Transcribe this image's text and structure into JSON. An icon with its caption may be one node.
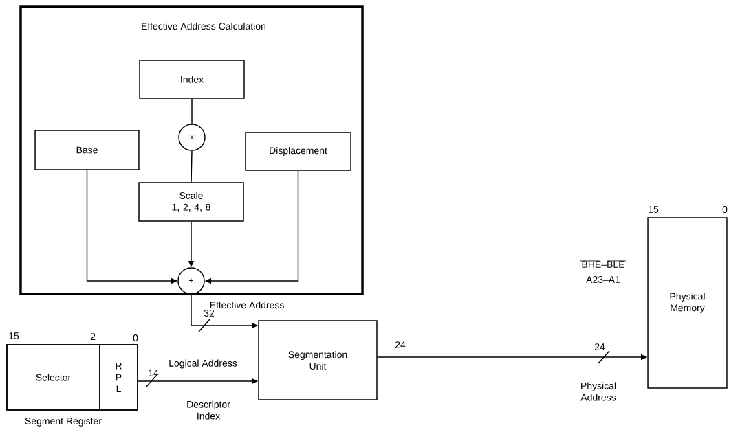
{
  "diagram": {
    "nodes": [
      {
        "text": [
          "Effective Address Calculation"
        ]
      },
      {
        "text": [
          "Index"
        ],
        "in": 0
      },
      {
        "text": [
          "x"
        ],
        "in": 0
      },
      {
        "text": [
          "Base"
        ],
        "in": 0
      },
      {
        "text": [
          "Displacement"
        ],
        "in": 0
      },
      {
        "text": [
          "Scale",
          "1, 2, 4, 8"
        ],
        "in": 0
      },
      {
        "text": [
          "+"
        ],
        "in": 0
      },
      {
        "text": [
          "Segment Register"
        ],
        "beside": [
          "15",
          "2",
          "0"
        ]
      },
      {
        "text": [
          "Selector"
        ],
        "in": 7
      },
      {
        "text": [
          "R P L"
        ],
        "in": 7
      },
      {
        "text": [
          "Segmentation Unit"
        ]
      },
      {
        "text": [
          "Physical Memory"
        ],
        "beside": [
          "15",
          "0"
        ]
      }
    ],
    "edges": [
      {
        "from": 1,
        "to": 2,
        "arrow": "none"
      },
      {
        "from": 2,
        "to": 5,
        "arrow": "none"
      },
      {
        "from": 5,
        "to": 6,
        "arrow": "to"
      },
      {
        "from": 3,
        "to": 6,
        "arrow": "to"
      },
      {
        "from": 4,
        "to": 6,
        "arrow": "to"
      },
      {
        "from": 6,
        "to": 10,
        "arrow": "to",
        "label": "Effective Address"
      },
      {
        "from": 9,
        "to": 10,
        "arrow": "to",
        "label": "Logical Address"
      },
      {
        "from": 10,
        "to": 11,
        "arrow": "to",
        "label": "Physical Address"
      }
    ],
    "labels": [
      "32",
      "14",
      "Descriptor Index",
      "24",
      "24",
      "BHE–BLE",
      "A23–A1"
    ]
  }
}
